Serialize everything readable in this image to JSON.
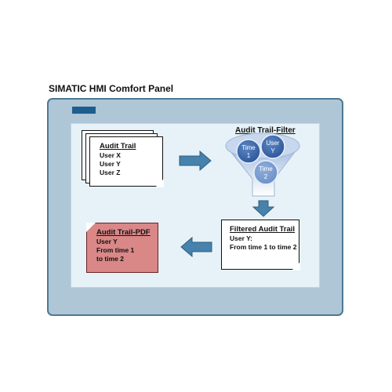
{
  "panel": {
    "title": "SIMATIC HMI Comfort Panel",
    "accent_color": "#1f5d8c",
    "frame_color": "#aec6d6"
  },
  "audit_trail": {
    "title": "Audit Trail",
    "lines": [
      "User X",
      "User Y",
      "User Z"
    ]
  },
  "filter": {
    "title": "Audit Trail-Filter",
    "circles": [
      {
        "line1": "Time",
        "line2": "1"
      },
      {
        "line1": "User",
        "line2": "Y"
      },
      {
        "line1": "Time",
        "line2": "2"
      }
    ]
  },
  "filtered": {
    "title": "Filtered Audit Trail",
    "lines": [
      "User Y:",
      "From time 1 to time 2"
    ]
  },
  "pdf": {
    "title": "Audit Trail-PDF",
    "lines": [
      "User Y",
      "From time 1",
      "to time 2"
    ],
    "color": "#d98787"
  },
  "icons": [
    "arrow-right-icon",
    "arrow-down-icon",
    "arrow-left-icon",
    "funnel-icon"
  ]
}
